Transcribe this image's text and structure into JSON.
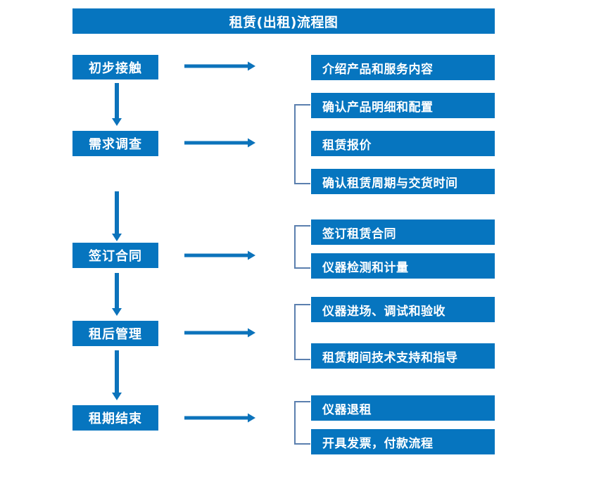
{
  "diagram": {
    "title": "租赁(出租)流程图",
    "colors": {
      "box_fill": "#0675bf",
      "box_text": "#ffffff",
      "arrow": "#0c73bb",
      "bracket": "#5b7fae",
      "background": "#ffffff"
    },
    "stages": [
      {
        "id": "stage-1",
        "label": "初步接触",
        "details": [
          "介绍产品和服务内容"
        ],
        "bracketed": false
      },
      {
        "id": "stage-2",
        "label": "需求调查",
        "details": [
          "确认产品明细和配置",
          "租赁报价",
          "确认租赁周期与交货时间"
        ],
        "bracketed": true
      },
      {
        "id": "stage-3",
        "label": "签订合同",
        "details": [
          "签订租赁合同",
          "仪器检测和计量"
        ],
        "bracketed": true
      },
      {
        "id": "stage-4",
        "label": "租后管理",
        "details": [
          "仪器进场、调试和验收",
          "租赁期间技术支持和指导"
        ],
        "bracketed": true
      },
      {
        "id": "stage-5",
        "label": "租期结束",
        "details": [
          "仪器退租",
          "开具发票，付款流程"
        ],
        "bracketed": true
      }
    ],
    "icons": {
      "down_arrow": "down-arrow-icon",
      "right_arrow": "right-arrow-icon",
      "bracket": "group-bracket-icon"
    }
  }
}
